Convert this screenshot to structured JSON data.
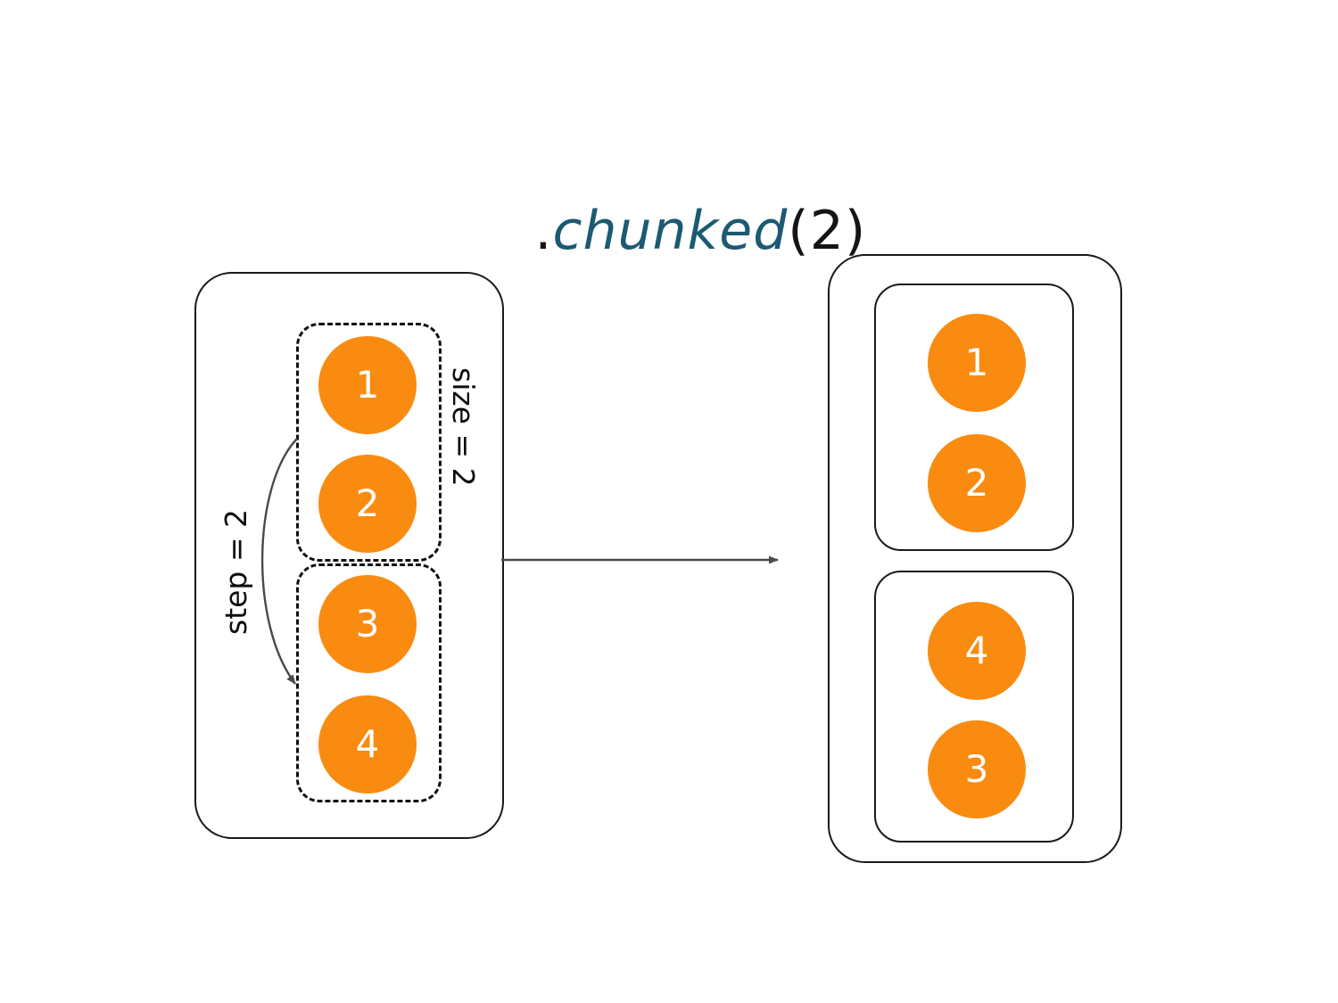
{
  "title": {
    "dot": ".",
    "name": "chunked",
    "args": "(2)",
    "name_color": "#1b5a72",
    "punct_color": "#151515"
  },
  "colors": {
    "node_fill": "#f98b10",
    "node_text": "#ffffff",
    "stroke": "#1a1a1a",
    "arrow": "#4a4a4a",
    "background": "#ffffff"
  },
  "source": {
    "label": "source-collection",
    "annotations": {
      "size": "size = 2",
      "step": "step = 2"
    },
    "chunks": [
      {
        "label": "chunk-1",
        "nodes": [
          "1",
          "2"
        ]
      },
      {
        "label": "chunk-2",
        "nodes": [
          "3",
          "4"
        ]
      }
    ]
  },
  "result": {
    "label": "result-collection",
    "chunks": [
      {
        "label": "result-chunk-1",
        "nodes": [
          "1",
          "2"
        ]
      },
      {
        "label": "result-chunk-2",
        "nodes": [
          "4",
          "3"
        ]
      }
    ]
  },
  "arrows": {
    "transform": "transform-arrow",
    "step": "step-arrow"
  }
}
